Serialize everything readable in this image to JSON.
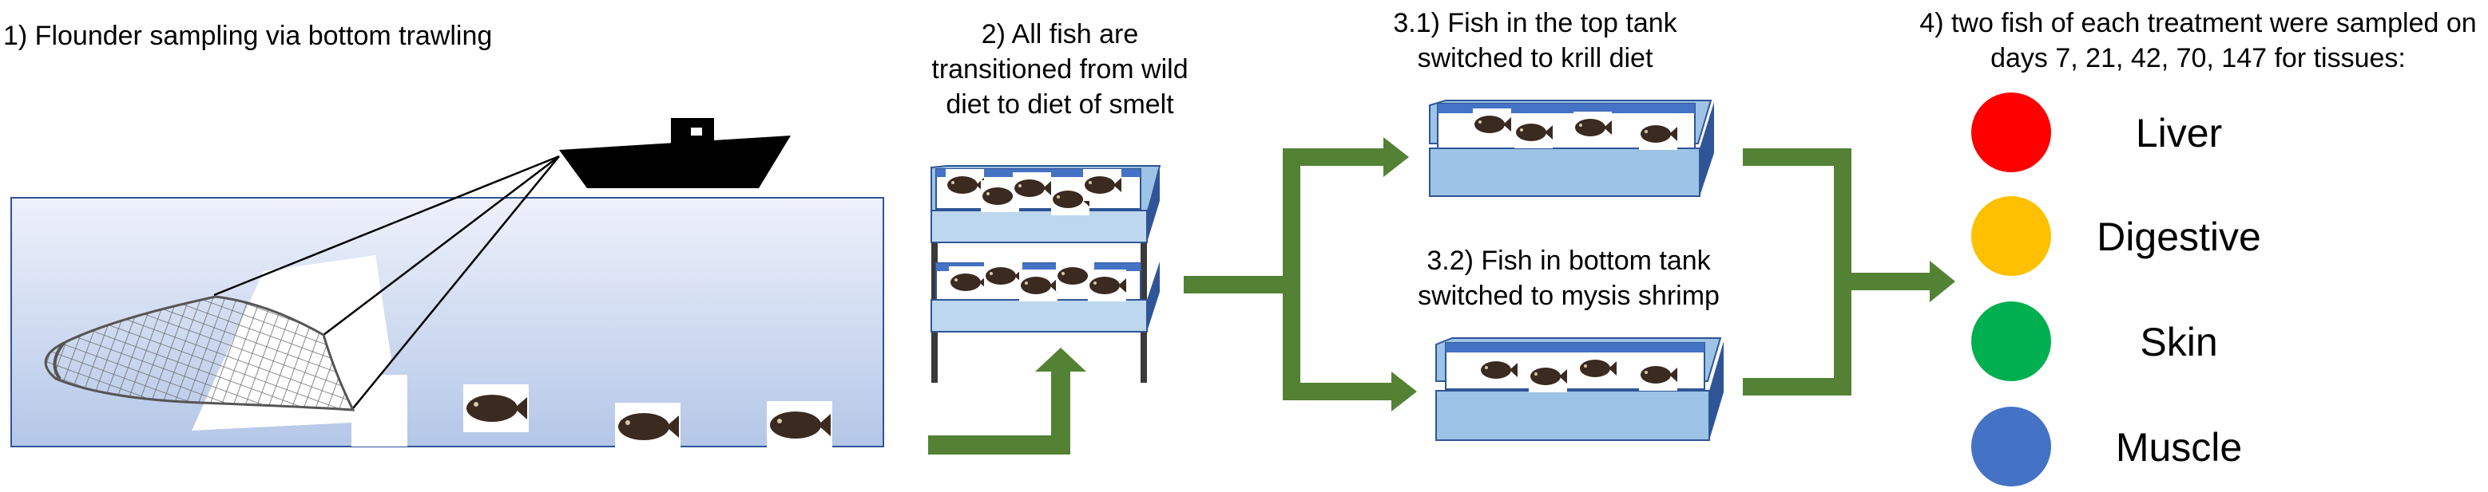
{
  "steps": {
    "step1": "1) Flounder sampling via bottom trawling",
    "step2": [
      "2) All fish are",
      "transitioned from wild",
      "diet to diet of smelt"
    ],
    "step3_1": [
      "3.1) Fish in the top tank",
      "switched to krill diet"
    ],
    "step3_2": [
      "3.2) Fish in bottom tank",
      "switched to mysis shrimp"
    ],
    "step4": [
      "4) two fish of each treatment were sampled on",
      "days 7, 21, 42, 70, 147 for tissues:"
    ]
  },
  "tissues": [
    {
      "label": "Liver",
      "color": "#ff0000"
    },
    {
      "label": "Digestive",
      "color": "#ffc000"
    },
    {
      "label": "Skin",
      "color": "#00b050"
    },
    {
      "label": "Muscle",
      "color": "#4472c4"
    }
  ],
  "colors": {
    "arrow": "#548235",
    "water_top": "#eef1fb",
    "water_bottom": "#b4c7e7",
    "tank_fill": "#9dc3e6",
    "tank_edge": "#2f5597",
    "tank_inner": "#4472c4",
    "boat": "#000000",
    "fish": "#3b2a20"
  },
  "icons": [
    "fishing-boat-icon",
    "trawl-net-icon",
    "flounder-icon",
    "fish-tank-icon",
    "tank-rack-icon"
  ]
}
